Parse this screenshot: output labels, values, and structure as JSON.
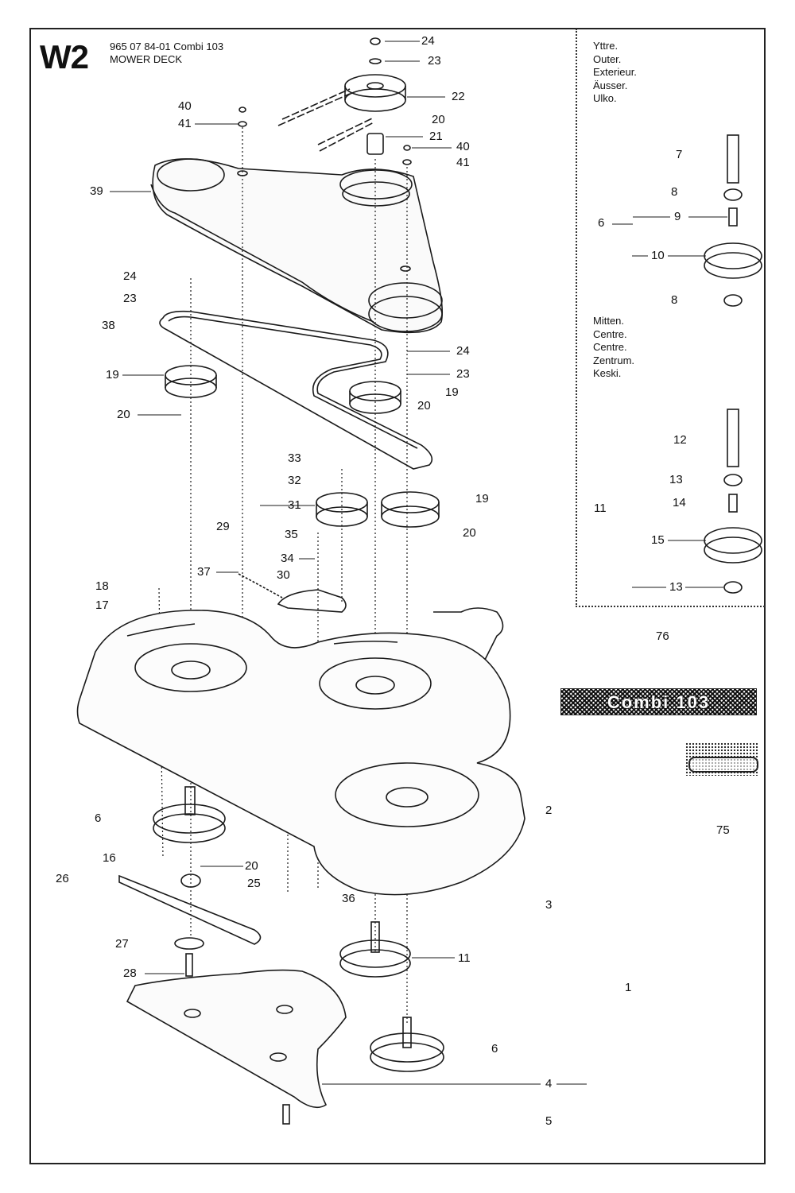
{
  "header": {
    "sheet_id": "W2",
    "part_number_line": "965 07 84-01 Combi 103",
    "section_name": "MOWER DECK"
  },
  "outer_position": [
    "Yttre.",
    "Outer.",
    "Exterieur.",
    "Äusser.",
    "Ulko."
  ],
  "centre_position": [
    "Mitten.",
    "Centre.",
    "Centre.",
    "Zentrum.",
    "Keski."
  ],
  "badge_text": "Combi 103",
  "callouts": [
    "24",
    "23",
    "22",
    "20",
    "21",
    "40",
    "41",
    "40",
    "41",
    "39",
    "24",
    "23",
    "38",
    "19",
    "20",
    "24",
    "23",
    "19",
    "20",
    "33",
    "32",
    "31",
    "29",
    "35",
    "34",
    "37",
    "30",
    "19",
    "20",
    "18",
    "17",
    "76",
    "2",
    "75",
    "6",
    "16",
    "20",
    "25",
    "26",
    "36",
    "3",
    "27",
    "28",
    "11",
    "1",
    "6",
    "4",
    "5",
    "7",
    "8",
    "9",
    "6",
    "10",
    "8",
    "12",
    "13",
    "14",
    "11",
    "15",
    "13"
  ],
  "icons": [
    "belt-guard-cover",
    "v-belt",
    "pulley",
    "idler-pulley",
    "blade-spindle",
    "cutting-blade",
    "mower-deck-housing",
    "spacer",
    "bolt",
    "washer",
    "tension-spring",
    "idler-arm",
    "deflector-plate",
    "bearing",
    "spindle-shaft"
  ],
  "colors": {
    "line": "#1a1a1a",
    "paper": "#ffffff"
  }
}
